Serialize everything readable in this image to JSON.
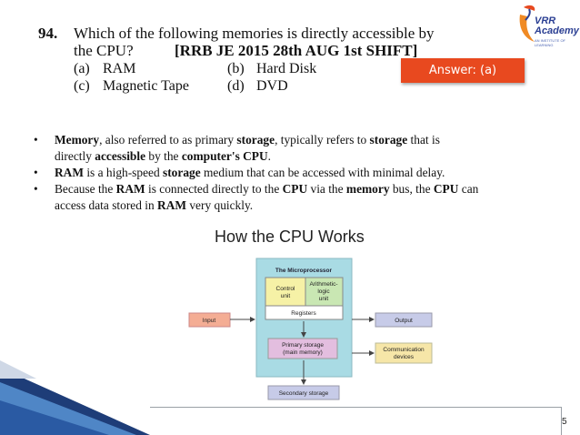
{
  "question": {
    "number": "94.",
    "line1": "Which of the following memories is directly accessible by",
    "line2": "the CPU?",
    "exam_tag": "[RRB JE 2015 28th AUG 1st SHIFT]",
    "options": [
      {
        "letter": "(a)",
        "text": "RAM"
      },
      {
        "letter": "(b)",
        "text": "Hard Disk"
      },
      {
        "letter": "(c)",
        "text": "Magnetic  Tape"
      },
      {
        "letter": "(d)",
        "text": "DVD"
      }
    ]
  },
  "logo": {
    "line1": "VRR",
    "line2": "Academy",
    "sub": "AN INSTITUTE OF LEARNING"
  },
  "answer_label": "Answer: (a)",
  "bullets": [
    {
      "runs": [
        {
          "t": "Memory",
          "b": true
        },
        {
          "t": ", also referred to as primary "
        },
        {
          "t": "storage",
          "b": true
        },
        {
          "t": ", typically refers to "
        },
        {
          "t": "storage",
          "b": true
        },
        {
          "t": " that is"
        }
      ],
      "runs2": [
        {
          "t": "directly "
        },
        {
          "t": "accessible",
          "b": true
        },
        {
          "t": " by the "
        },
        {
          "t": "computer's CPU",
          "b": true
        },
        {
          "t": "."
        }
      ]
    },
    {
      "runs": [
        {
          "t": "RAM",
          "b": true
        },
        {
          "t": " is a high-speed "
        },
        {
          "t": "storage",
          "b": true
        },
        {
          "t": " medium that can be accessed with minimal delay."
        }
      ]
    },
    {
      "runs": [
        {
          "t": "Because the "
        },
        {
          "t": "RAM",
          "b": true
        },
        {
          "t": " is connected directly to the "
        },
        {
          "t": "CPU",
          "b": true
        },
        {
          "t": " via the "
        },
        {
          "t": "memory",
          "b": true
        },
        {
          "t": " bus, the "
        },
        {
          "t": "CPU",
          "b": true
        },
        {
          "t": " can"
        }
      ],
      "runs2": [
        {
          "t": "access data stored in "
        },
        {
          "t": "RAM",
          "b": true
        },
        {
          "t": " very quickly."
        }
      ]
    }
  ],
  "diagram": {
    "title": "How the CPU Works",
    "microprocessor": "The Microprocessor",
    "control_unit": [
      "Control",
      "unit"
    ],
    "alu": [
      "Arithmetic-",
      "logic",
      "unit"
    ],
    "registers": "Registers",
    "primary_storage": [
      "Primary storage",
      "(main memory)"
    ],
    "input": "Input",
    "output": "Output",
    "communication": [
      "Communication",
      "devices"
    ],
    "secondary_storage": "Secondary storage",
    "colors": {
      "cpu_bg": "#a9dbe4",
      "yellow": "#f6f1a6",
      "green": "#c9e7b3",
      "pink": "#e3bedf",
      "orange": "#f4ad94",
      "lavender": "#c7cbe8",
      "comm": "#f6e6a8"
    }
  },
  "page_number": "5"
}
